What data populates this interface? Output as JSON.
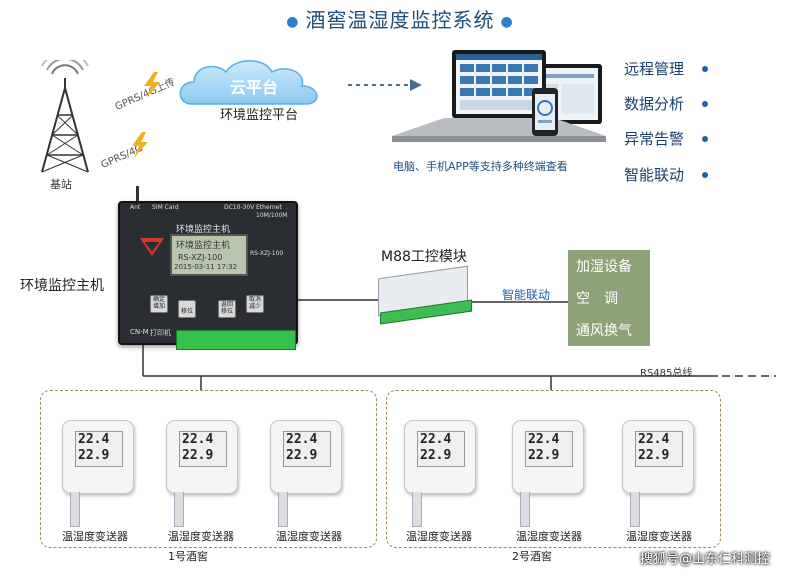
{
  "title": "酒窖温湿度监控系统",
  "tower": {
    "label": "基站",
    "link_upper": "GPRS/4G上传",
    "link_lower": "GPRS/4G"
  },
  "cloud": {
    "title": "云平台",
    "subtitle": "环境监控平台"
  },
  "devices": {
    "caption": "电脑、手机APP等支持多种终端查看"
  },
  "features": [
    "远程管理",
    "数据分析",
    "异常告警",
    "智能联动"
  ],
  "host": {
    "label": "环境监控主机",
    "panel_title": "环境监控主机",
    "lcd_lines": [
      "环境监控主机",
      "RS-XZJ-100",
      "2015-03-11  17:32"
    ],
    "top_labels": {
      "ant": "Ant",
      "sim": "SIM Card",
      "power": "DC10-30V",
      "eth": "Ethernet",
      "speed": "10M/100M"
    },
    "model": "RS-XZJ-100",
    "buttons": [
      {
        "top": "确定",
        "bottom": "增加"
      },
      {
        "top": "",
        "bottom": "移位"
      },
      {
        "top": "返回",
        "bottom": "移位"
      },
      {
        "top": "取消",
        "bottom": "减少"
      }
    ],
    "bottom_labels": {
      "cn": "CN-M",
      "printer": "打印机"
    }
  },
  "m88": {
    "title": "M88工控模块"
  },
  "link_label": "智能联动",
  "equipment": [
    "加湿设备",
    "空　调",
    "通风换气"
  ],
  "bus_label": "RS485总线",
  "sensor": {
    "humidity": "22.4",
    "temp": "22.9",
    "label": "温湿度变送器"
  },
  "cellars": [
    {
      "name": "1号酒窖",
      "sensor_count": 3
    },
    {
      "name": "2号酒窖",
      "sensor_count": 3
    }
  ],
  "watermark": "搜狐号@山东仁科测控"
}
